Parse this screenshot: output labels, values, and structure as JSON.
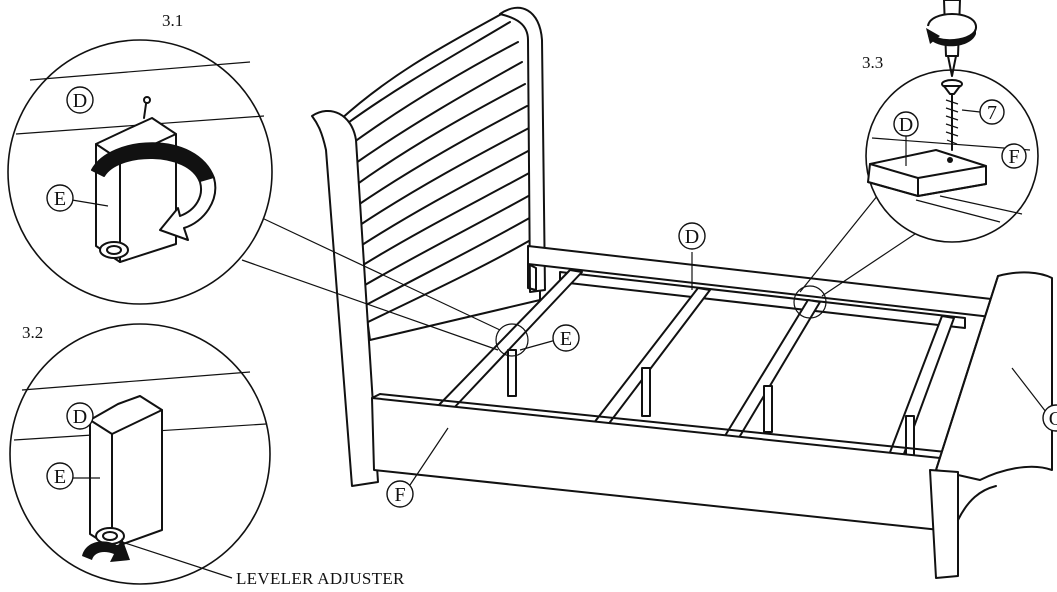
{
  "steps": {
    "s31": "3.1",
    "s32": "3.2",
    "s33": "3.3"
  },
  "parts": {
    "d": "D",
    "e": "E",
    "f": "F",
    "g": "G",
    "screw": "7"
  },
  "captions": {
    "leveler": "LEVELER ADJUSTER"
  }
}
